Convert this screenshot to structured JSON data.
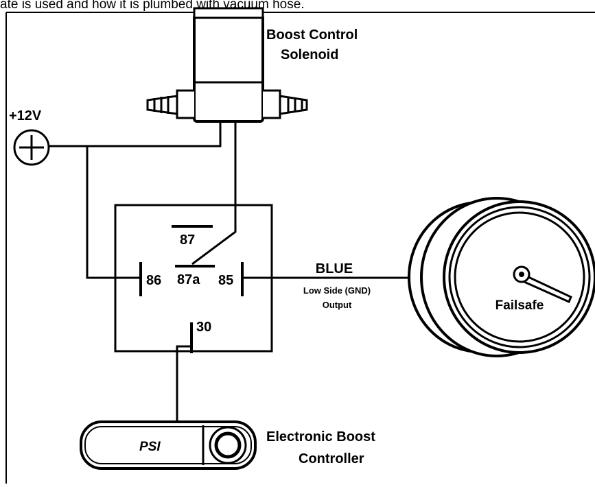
{
  "caption_partial": "ate is used and how it is plumbed with vacuum hose.",
  "labels": {
    "solenoid_line1": "Boost Control",
    "solenoid_line2": "Solenoid",
    "power": "+12V",
    "pin_87": "87",
    "pin_86": "86",
    "pin_87a": "87a",
    "pin_85": "85",
    "pin_30": "30",
    "wire_color": "BLUE",
    "output_line1": "Low Side (GND)",
    "output_line2": "Output",
    "gauge": "Failsafe",
    "controller_display": "PSI",
    "controller_line1": "Electronic Boost",
    "controller_line2": "Controller"
  },
  "colors": {
    "ink": "#000000",
    "paper": "#ffffff"
  }
}
